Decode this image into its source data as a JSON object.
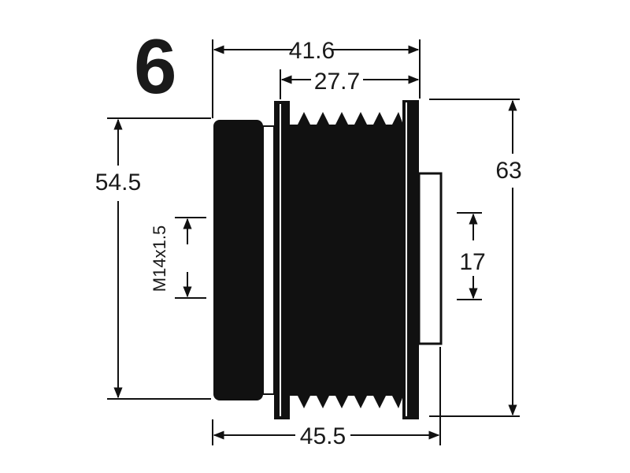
{
  "diagram": {
    "item_number": "6",
    "colors": {
      "ink": "#111111",
      "paper": "#ffffff"
    },
    "dimensions": {
      "overall_length": "41.6",
      "groove_length": "27.7",
      "outer_diameter": "63",
      "clutch_diameter": "54.5",
      "thread": "M14x1.5",
      "hub_diameter": "17",
      "total_length": "45.5"
    }
  }
}
